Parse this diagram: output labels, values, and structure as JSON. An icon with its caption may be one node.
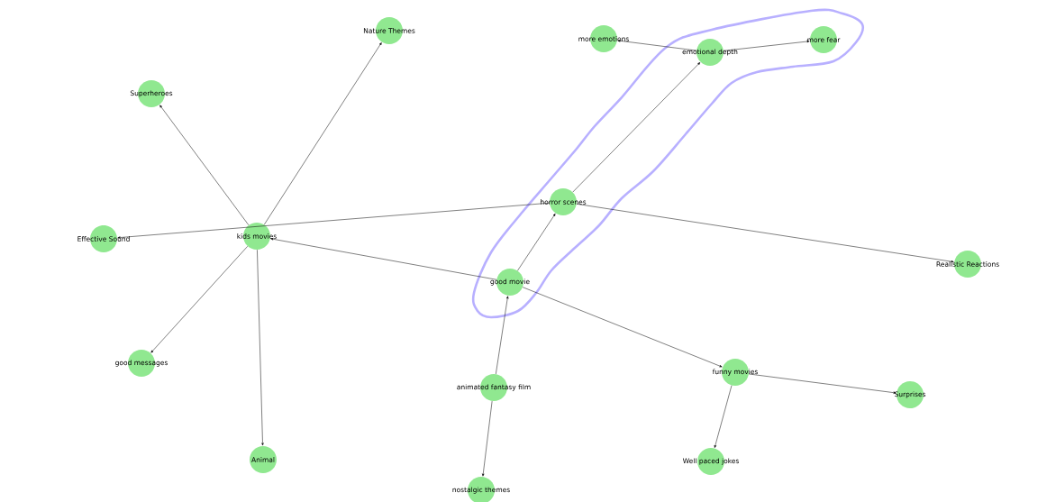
{
  "diagram": {
    "nodes": [
      {
        "text": [
          "Nature Themes"
        ]
      },
      {
        "text": [
          "Superheroes"
        ]
      },
      {
        "text": [
          "emotional depth"
        ]
      },
      {
        "text": [
          "more emotions"
        ]
      },
      {
        "text": [
          "more fear"
        ]
      },
      {
        "text": [
          "horror scenes"
        ]
      },
      {
        "text": [
          "Effective Sound"
        ]
      },
      {
        "text": [
          "kids movies"
        ]
      },
      {
        "text": [
          "Realistic Reactions"
        ]
      },
      {
        "text": [
          "good movie"
        ]
      },
      {
        "text": [
          "good messages"
        ]
      },
      {
        "text": [
          "animated fantasy film"
        ]
      },
      {
        "text": [
          "funny movies"
        ]
      },
      {
        "text": [
          "Surprises"
        ]
      },
      {
        "text": [
          "Animal"
        ]
      },
      {
        "text": [
          "Well paced jokes"
        ]
      },
      {
        "text": [
          "nostalgic themes"
        ]
      }
    ],
    "edges": [
      {
        "from": 7,
        "to": 0,
        "arrow": "to"
      },
      {
        "from": 7,
        "to": 1,
        "arrow": "to"
      },
      {
        "from": 5,
        "to": 6,
        "arrow": "to"
      },
      {
        "from": 9,
        "to": 7,
        "arrow": "to"
      },
      {
        "from": 7,
        "to": 10,
        "arrow": "to"
      },
      {
        "from": 7,
        "to": 14,
        "arrow": "to"
      },
      {
        "from": 9,
        "to": 5,
        "arrow": "to"
      },
      {
        "from": 5,
        "to": 2,
        "arrow": "to"
      },
      {
        "from": 2,
        "to": 3,
        "arrow": "to"
      },
      {
        "from": 2,
        "to": 4,
        "arrow": "to"
      },
      {
        "from": 5,
        "to": 8,
        "arrow": "to"
      },
      {
        "from": 9,
        "to": 12,
        "arrow": "to"
      },
      {
        "from": 11,
        "to": 9,
        "arrow": "to"
      },
      {
        "from": 11,
        "to": 16,
        "arrow": "to"
      },
      {
        "from": 12,
        "to": 13,
        "arrow": "to"
      },
      {
        "from": 12,
        "to": 15,
        "arrow": "to"
      }
    ]
  }
}
